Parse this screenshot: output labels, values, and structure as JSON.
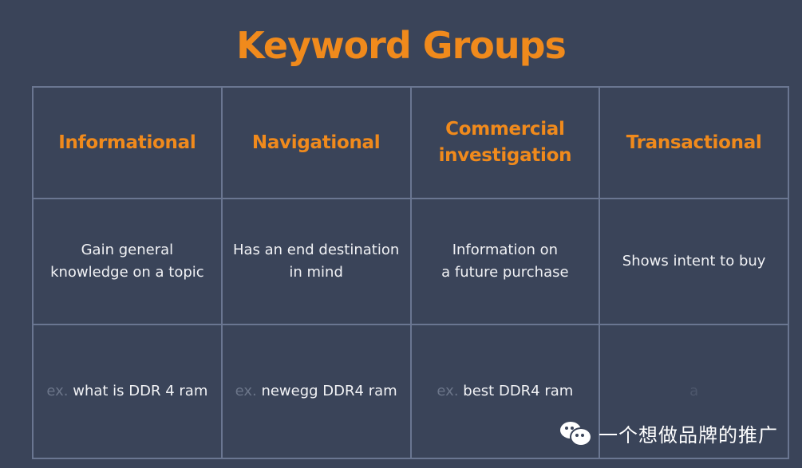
{
  "title": "Keyword Groups",
  "colors": {
    "background": "#3a4459",
    "accent": "#f08a1c",
    "grid_line": "#6a7691",
    "text": "#f1f2f5",
    "muted": "#6b7589"
  },
  "columns": [
    {
      "heading_line1": "Informational",
      "heading_line2": "",
      "desc_line1": "Gain general",
      "desc_line2": "knowledge on a topic",
      "example_prefix": "ex.",
      "example_value": "what is DDR 4 ram"
    },
    {
      "heading_line1": "Navigational",
      "heading_line2": "",
      "desc_line1": "Has an end destination",
      "desc_line2": "in mind",
      "example_prefix": "ex.",
      "example_value": "newegg DDR4 ram"
    },
    {
      "heading_line1": "Commercial",
      "heading_line2": "investigation",
      "desc_line1": "Information on",
      "desc_line2": "a future purchase",
      "example_prefix": "ex.",
      "example_value": "best DDR4 ram"
    },
    {
      "heading_line1": "Transactional",
      "heading_line2": "",
      "desc_line1": "Shows intent to buy",
      "desc_line2": "",
      "example_prefix": "a",
      "example_value": ""
    }
  ],
  "watermark": {
    "icon": "wechat-icon",
    "text": "一个想做品牌的推广"
  }
}
